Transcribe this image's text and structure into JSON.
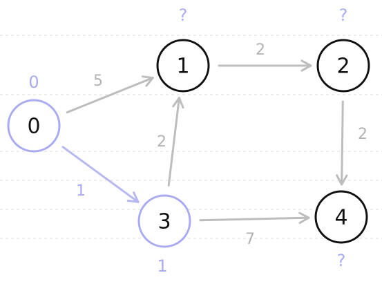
{
  "colors": {
    "background": "#ffffff",
    "grid": "#dddddd",
    "visited": "#aaaaf2",
    "unvisited": "#111111",
    "edge_default": "#bdbdbd",
    "edge_active": "#b7b7f2",
    "weight_default": "#b3b3b3",
    "weight_active": "#aaaaf2"
  },
  "nodes": [
    {
      "id": "0",
      "label": "0",
      "distance": "0",
      "visited": true
    },
    {
      "id": "1",
      "label": "1",
      "distance": "?",
      "visited": false
    },
    {
      "id": "2",
      "label": "2",
      "distance": "?",
      "visited": false
    },
    {
      "id": "3",
      "label": "3",
      "distance": "1",
      "visited": true
    },
    {
      "id": "4",
      "label": "4",
      "distance": "?",
      "visited": false
    }
  ],
  "edges": [
    {
      "from": "0",
      "to": "1",
      "weight": "5",
      "active": false
    },
    {
      "from": "0",
      "to": "3",
      "weight": "1",
      "active": true
    },
    {
      "from": "1",
      "to": "2",
      "weight": "2",
      "active": false
    },
    {
      "from": "3",
      "to": "1",
      "weight": "2",
      "active": false
    },
    {
      "from": "2",
      "to": "4",
      "weight": "2",
      "active": false
    },
    {
      "from": "3",
      "to": "4",
      "weight": "7",
      "active": false
    }
  ]
}
